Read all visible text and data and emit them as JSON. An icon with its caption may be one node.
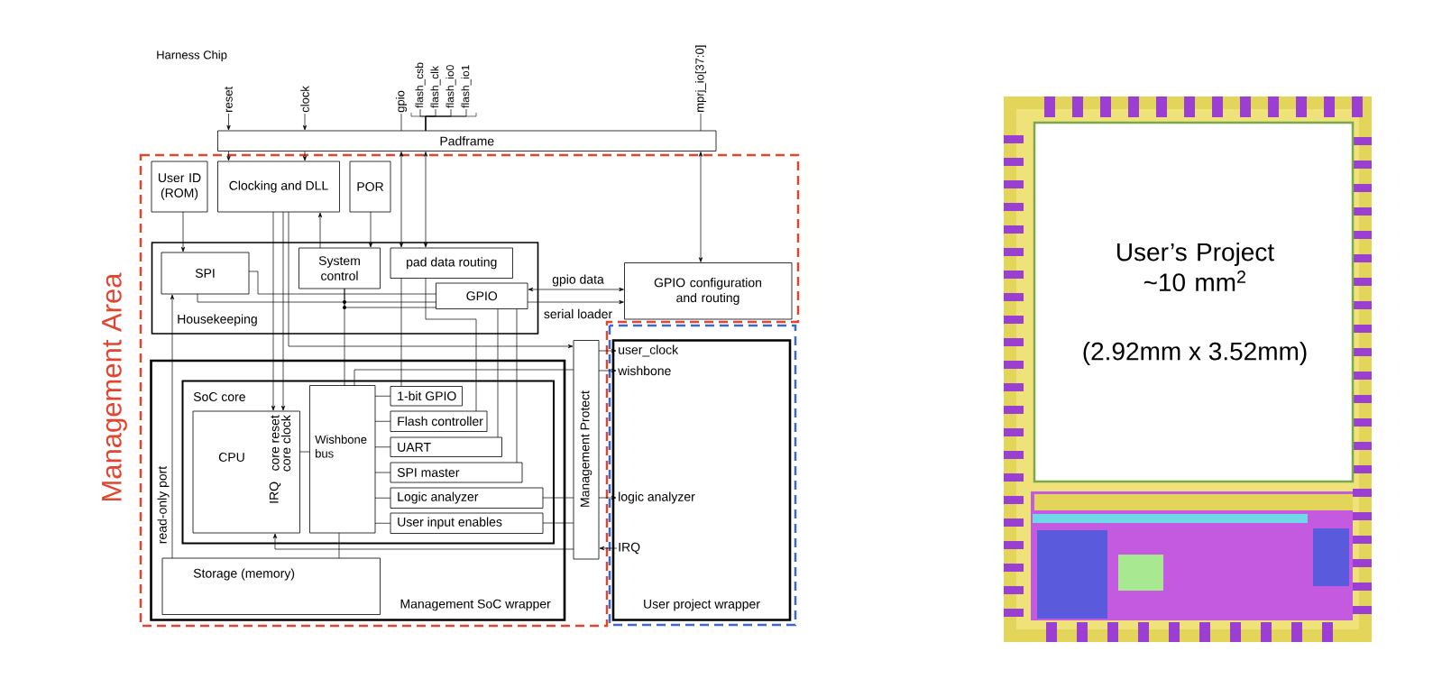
{
  "diagram": {
    "title": "Harness Chip",
    "nodes": [
      {
        "text": [
          "Padframe"
        ]
      },
      {
        "text": [
          "reset"
        ]
      },
      {
        "text": [
          "clock"
        ]
      },
      {
        "text": [
          "gpio"
        ]
      },
      {
        "text": [
          "flash_csb"
        ]
      },
      {
        "text": [
          "flash_clk"
        ]
      },
      {
        "text": [
          "flash_io0"
        ]
      },
      {
        "text": [
          "flash_io1"
        ]
      },
      {
        "text": [
          "mprj_io[37:0]"
        ]
      },
      {
        "text": [
          "Management Area"
        ]
      },
      {
        "text": [
          "User ID (ROM)"
        ],
        "in": 9
      },
      {
        "text": [
          "Clocking and DLL"
        ],
        "in": 9
      },
      {
        "text": [
          "POR"
        ],
        "in": 9
      },
      {
        "text": [
          "Housekeeping"
        ],
        "in": 9
      },
      {
        "text": [
          "SPI"
        ],
        "in": 13
      },
      {
        "text": [
          "System control"
        ],
        "in": 13
      },
      {
        "text": [
          "pad data routing"
        ],
        "in": 13
      },
      {
        "text": [
          "GPIO"
        ],
        "in": 13
      },
      {
        "text": [
          "GPIO configuration and routing"
        ],
        "in": 9
      },
      {
        "text": [
          "Management SoC wrapper"
        ],
        "in": 9
      },
      {
        "text": [
          "SoC core"
        ],
        "in": 19
      },
      {
        "text": [
          "CPU",
          "core reset",
          "core clock",
          "IRQ"
        ],
        "in": 20
      },
      {
        "text": [
          "Wishbone bus"
        ],
        "in": 20
      },
      {
        "text": [
          "1-bit GPIO"
        ],
        "in": 20
      },
      {
        "text": [
          "Flash controller"
        ],
        "in": 20
      },
      {
        "text": [
          "UART"
        ],
        "in": 20
      },
      {
        "text": [
          "SPI master"
        ],
        "in": 20
      },
      {
        "text": [
          "Logic analyzer"
        ],
        "in": 20
      },
      {
        "text": [
          "User input enables"
        ],
        "in": 20
      },
      {
        "text": [
          "Storage (memory)"
        ],
        "in": 19
      },
      {
        "text": [
          "Management Protect"
        ],
        "in": 9
      },
      {
        "text": [
          "User project wrapper"
        ]
      },
      {
        "text": [
          "user_clock"
        ],
        "in": 31
      },
      {
        "text": [
          "wishbone"
        ],
        "in": 31
      },
      {
        "text": [
          "logic analyzer"
        ],
        "in": 31
      },
      {
        "text": [
          "IRQ"
        ],
        "in": 31
      },
      {
        "text": [
          "User’s Project ~10 mm$^{2}$",
          "(2.92mm x 3.52mm)"
        ]
      }
    ],
    "edges": [
      {
        "from": 1,
        "to": 0,
        "arrow": "to"
      },
      {
        "from": 2,
        "to": 0,
        "arrow": "to"
      },
      {
        "from": 3,
        "to": 0,
        "arrow": "none"
      },
      {
        "from": 4,
        "to": 0,
        "arrow": "none"
      },
      {
        "from": 5,
        "to": 0,
        "arrow": "none"
      },
      {
        "from": 6,
        "to": 0,
        "arrow": "none"
      },
      {
        "from": 7,
        "to": 0,
        "arrow": "none"
      },
      {
        "from": 8,
        "to": 0,
        "arrow": "none"
      },
      {
        "from": 0,
        "to": 11,
        "arrow": "to"
      },
      {
        "from": 0,
        "to": 11,
        "arrow": "to"
      },
      {
        "from": 0,
        "to": 16,
        "arrow": "both"
      },
      {
        "from": 0,
        "to": 16,
        "arrow": "both"
      },
      {
        "from": 0,
        "to": 18,
        "arrow": "both"
      },
      {
        "from": 10,
        "to": 14,
        "arrow": "to"
      },
      {
        "from": 11,
        "to": 21,
        "arrow": "to"
      },
      {
        "from": 11,
        "to": 21,
        "arrow": "to"
      },
      {
        "from": 11,
        "to": 30,
        "arrow": "to"
      },
      {
        "from": 30,
        "to": 32,
        "arrow": "to"
      },
      {
        "from": 15,
        "to": 11,
        "arrow": "to"
      },
      {
        "from": 12,
        "to": 15,
        "arrow": "to"
      },
      {
        "from": 14,
        "to": 17,
        "arrow": "none"
      },
      {
        "from": 14,
        "to": 17,
        "arrow": "none"
      },
      {
        "from": 17,
        "to": 18,
        "arrow": "both",
        "label": "gpio data"
      },
      {
        "from": 17,
        "to": 18,
        "arrow": "to",
        "label": "serial loader"
      },
      {
        "from": 15,
        "to": 22,
        "arrow": "none"
      },
      {
        "from": 15,
        "to": 17,
        "arrow": "none"
      },
      {
        "from": 16,
        "to": 23,
        "arrow": "none"
      },
      {
        "from": 16,
        "to": 24,
        "arrow": "none"
      },
      {
        "from": 17,
        "to": 25,
        "arrow": "none"
      },
      {
        "from": 17,
        "to": 26,
        "arrow": "none"
      },
      {
        "from": 22,
        "to": 23,
        "arrow": "none"
      },
      {
        "from": 22,
        "to": 24,
        "arrow": "none"
      },
      {
        "from": 22,
        "to": 25,
        "arrow": "none"
      },
      {
        "from": 22,
        "to": 26,
        "arrow": "none"
      },
      {
        "from": 22,
        "to": 27,
        "arrow": "none"
      },
      {
        "from": 22,
        "to": 28,
        "arrow": "none"
      },
      {
        "from": 21,
        "to": 22,
        "arrow": "none"
      },
      {
        "from": 22,
        "to": 29,
        "arrow": "none"
      },
      {
        "from": 29,
        "to": 14,
        "arrow": "to",
        "label": "read-only port"
      },
      {
        "from": 22,
        "to": 30,
        "arrow": "none"
      },
      {
        "from": 30,
        "to": 33,
        "arrow": "to"
      },
      {
        "from": 27,
        "to": 30,
        "arrow": "none"
      },
      {
        "from": 30,
        "to": 34,
        "arrow": "to"
      },
      {
        "from": 28,
        "to": 30,
        "arrow": "none"
      },
      {
        "from": 35,
        "to": 30,
        "arrow": "to"
      },
      {
        "from": 30,
        "to": 21,
        "arrow": "to"
      }
    ]
  }
}
